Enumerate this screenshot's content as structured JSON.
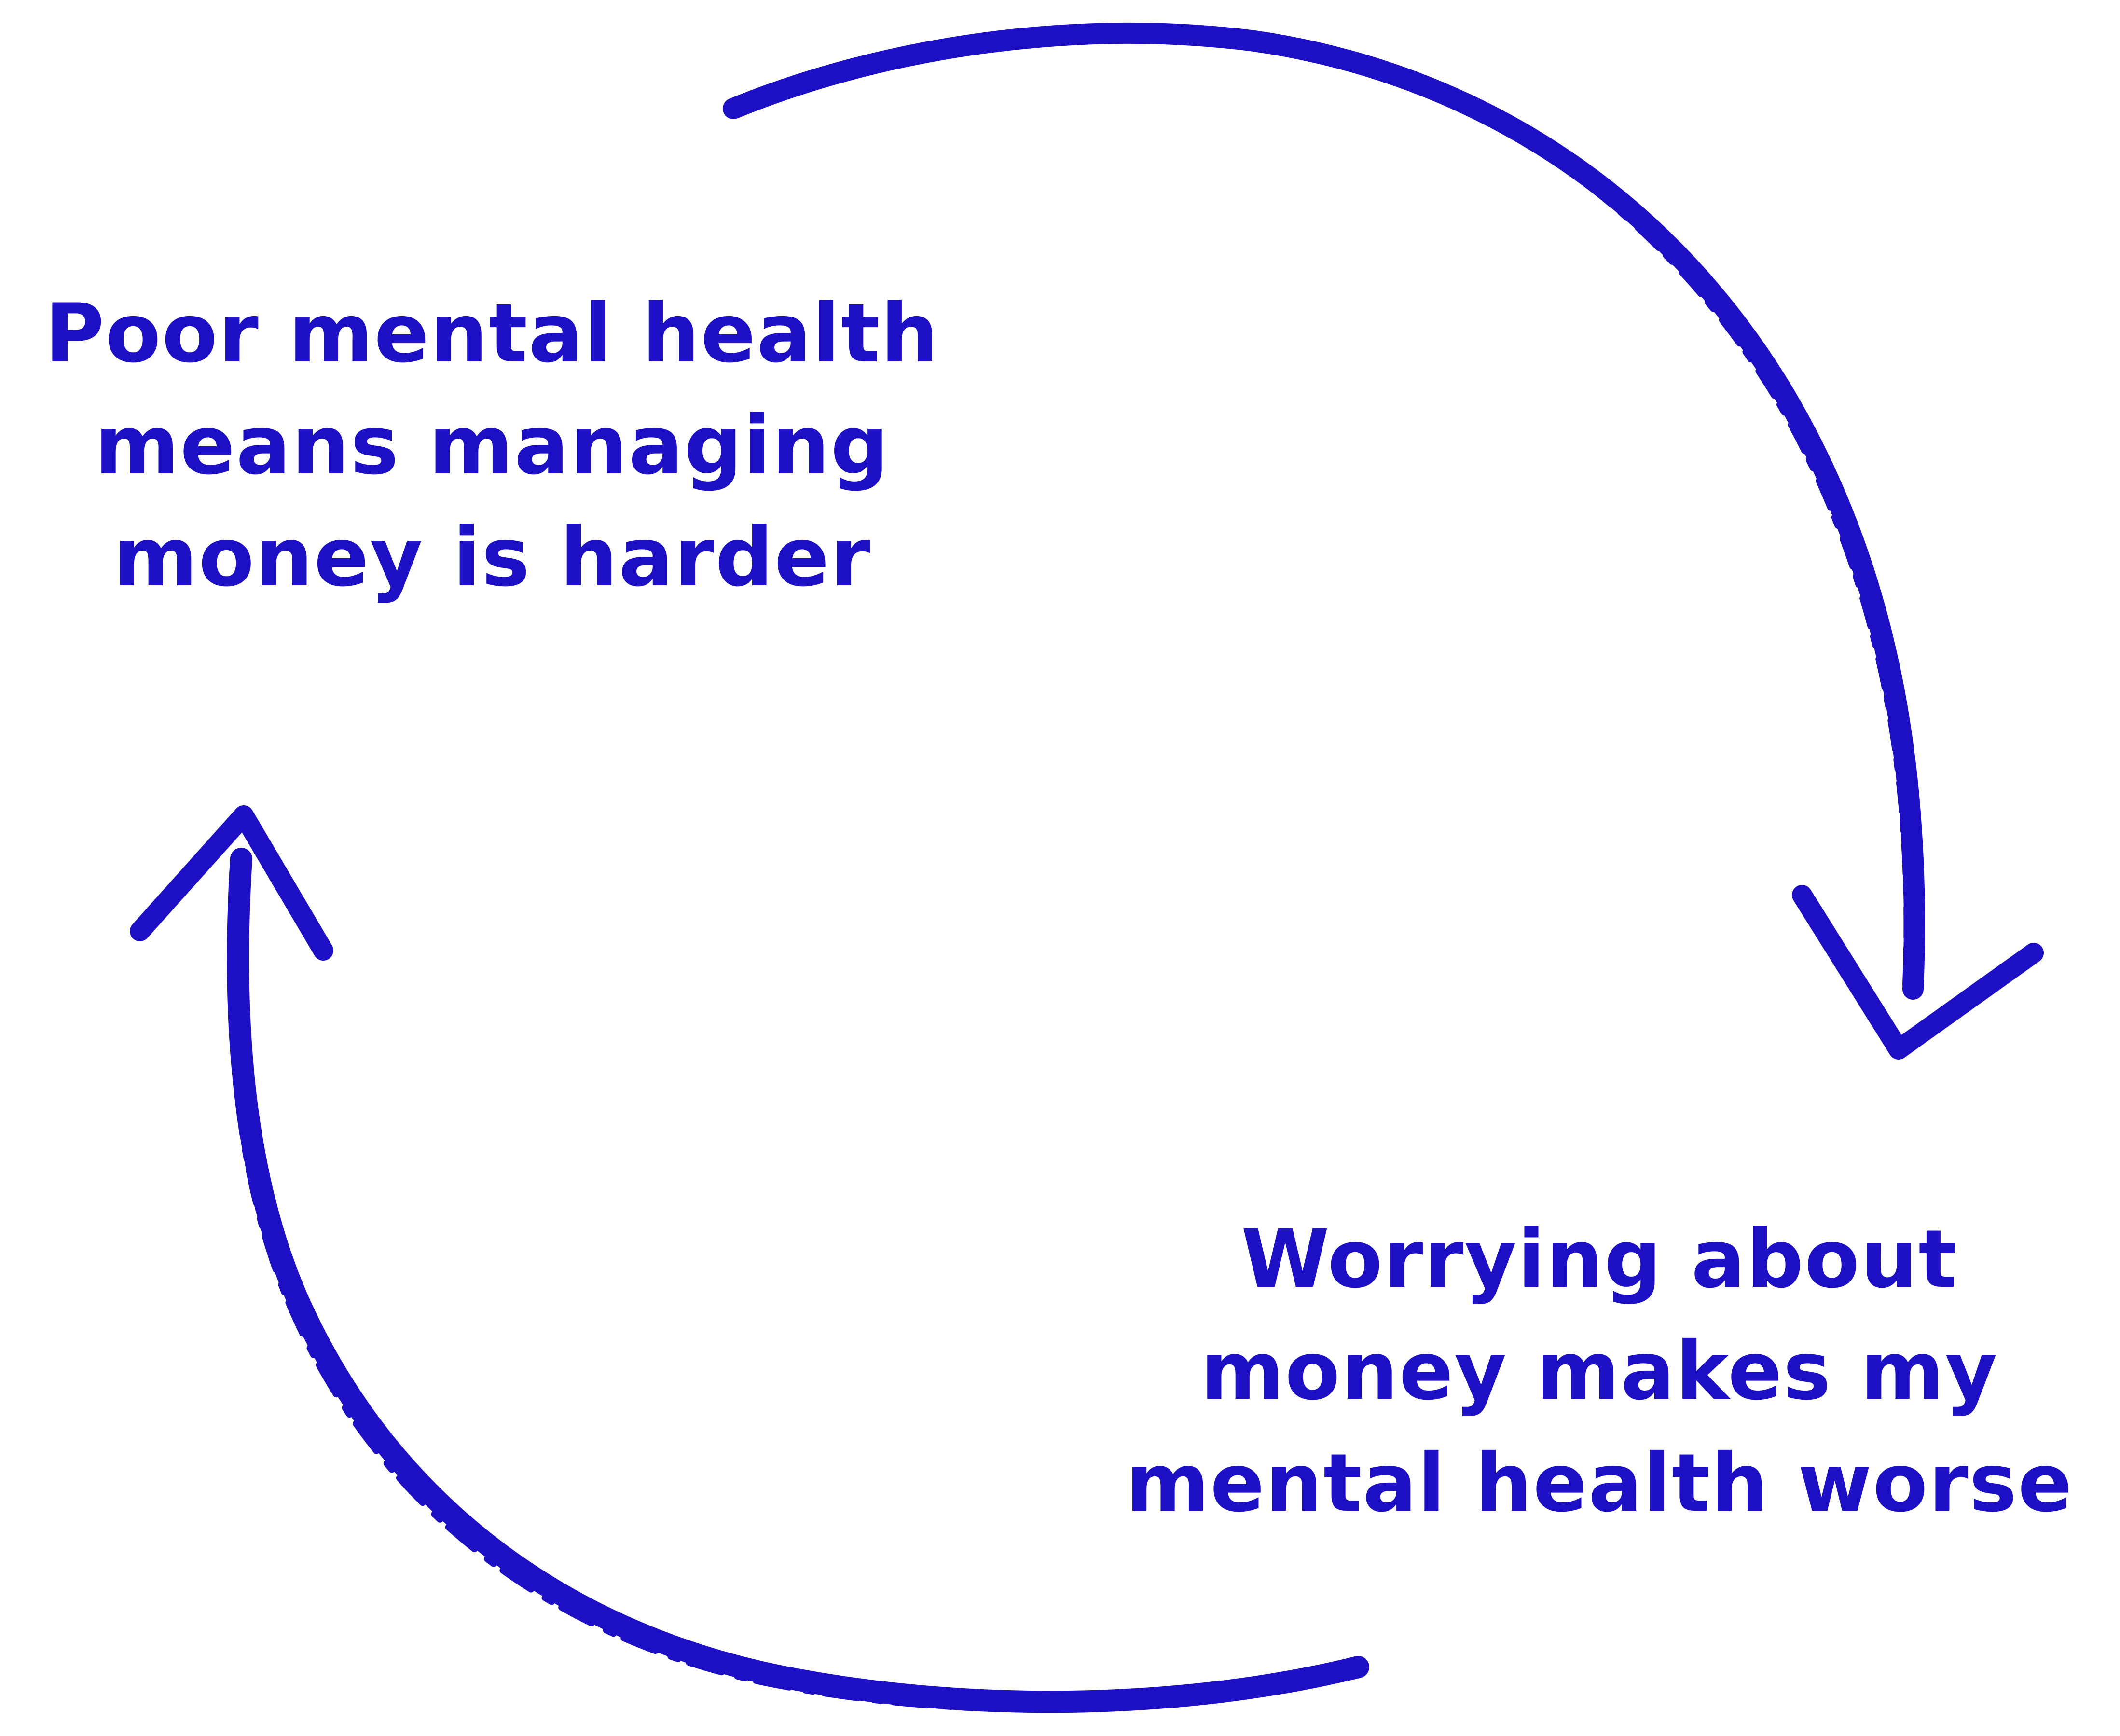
{
  "diagram": {
    "accent_color": "#1d0fc4",
    "labels": {
      "top": [
        "Poor mental health",
        "means managing",
        "money is harder"
      ],
      "bottom": [
        "Worrying about",
        "money makes my",
        "mental health worse"
      ]
    },
    "arrows": [
      {
        "name": "upper-arrow",
        "direction": "clockwise",
        "from": "top",
        "to": "bottom"
      },
      {
        "name": "lower-arrow",
        "direction": "clockwise",
        "from": "bottom",
        "to": "top"
      }
    ]
  }
}
